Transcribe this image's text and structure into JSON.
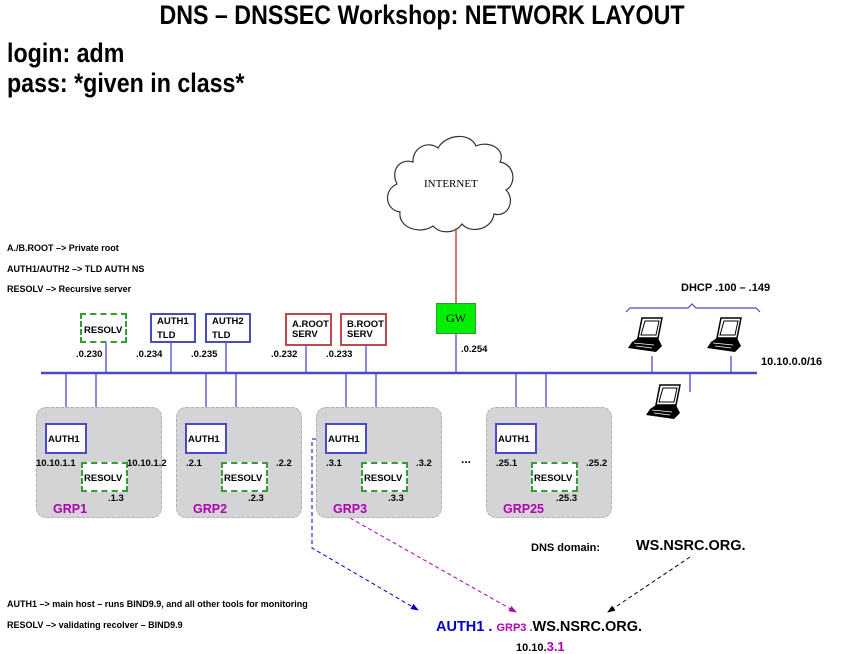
{
  "title": "DNS – DNSSEC Workshop: NETWORK LAYOUT",
  "credentials": {
    "login_line": "login: adm",
    "pass_line": "pass:  *given in class*"
  },
  "legend_top": [
    "A./B.ROOT  –> Private root",
    "AUTH1/AUTH2 –> TLD AUTH  NS",
    "RESOLV –> Recursive server"
  ],
  "legend_bottom": [
    "AUTH1   –> main host – runs BIND9.9, and all other tools for monitoring",
    "RESOLV –> validating recolver – BIND9.9"
  ],
  "internet": {
    "label": "INTERNET"
  },
  "gateway": {
    "label": "GW",
    "ip": ".0.254",
    "color": "#00ee00"
  },
  "network": {
    "subnet": "10.10.0.0/16",
    "bus_color": "#4a4ac4"
  },
  "dhcp": {
    "label": "DHCP .100 – .149",
    "laptop_count": 3
  },
  "servers": [
    {
      "id": "resolv",
      "line1": "RESOLV",
      "line2": "",
      "ip": ".0.230",
      "style": "dashed"
    },
    {
      "id": "auth1-tld",
      "line1": "AUTH1",
      "line2": "TLD",
      "ip": ".0.234",
      "style": "blue"
    },
    {
      "id": "auth2-tld",
      "line1": "AUTH2",
      "line2": "TLD",
      "ip": ".0.235",
      "style": "blue"
    },
    {
      "id": "a-root",
      "line1": "A.ROOT",
      "line2": "SERV",
      "ip": ".0.232",
      "style": "red"
    },
    {
      "id": "b-root",
      "line1": "B.ROOT",
      "line2": "SERV",
      "ip": ".0.233",
      "style": "red"
    }
  ],
  "groups": [
    {
      "name": "GRP1",
      "auth_label": "AUTH1",
      "resolv_label": "RESOLV",
      "auth_ip": "10.10.1.1",
      "right_ip": "10.10.1.2",
      "resolv_ip": ".1.3"
    },
    {
      "name": "GRP2",
      "auth_label": "AUTH1",
      "resolv_label": "RESOLV",
      "auth_ip": ".2.1",
      "right_ip": ".2.2",
      "resolv_ip": ".2.3"
    },
    {
      "name": "GRP3",
      "auth_label": "AUTH1",
      "resolv_label": "RESOLV",
      "auth_ip": ".3.1",
      "right_ip": ".3.2",
      "resolv_ip": ".3.3"
    },
    {
      "name": "GRP25",
      "auth_label": "AUTH1",
      "resolv_label": "RESOLV",
      "auth_ip": ".25.1",
      "right_ip": ".25.2",
      "resolv_ip": ".25.3"
    }
  ],
  "ellipsis": "...",
  "dns": {
    "domain_label": "DNS domain:",
    "domain_value": "WS.NSRC.ORG.",
    "example_host": "AUTH1 .",
    "example_group": "GRP3 .",
    "example_domain": "WS.NSRC.ORG.",
    "example_ip_prefix": "10.10.",
    "example_ip_suffix": "3.1"
  },
  "colors": {
    "magenta": "#b000b0",
    "blue_text": "#0000c0",
    "red_link": "#c04848"
  }
}
